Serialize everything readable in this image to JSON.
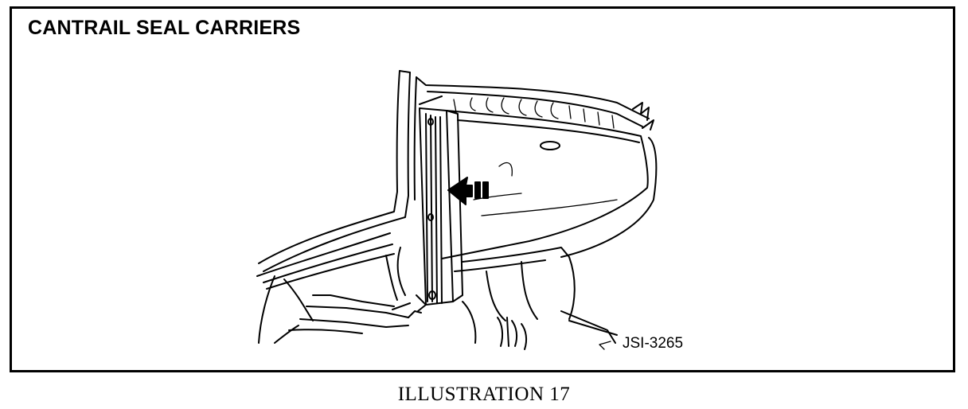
{
  "diagram": {
    "title": "CANTRAIL SEAL CARRIERS",
    "reference_code": "JSI-3265",
    "caption": "ILLUSTRATION 17",
    "direction_arrow": "arrow-left",
    "ink_color": "#000000",
    "background_color": "#ffffff"
  }
}
